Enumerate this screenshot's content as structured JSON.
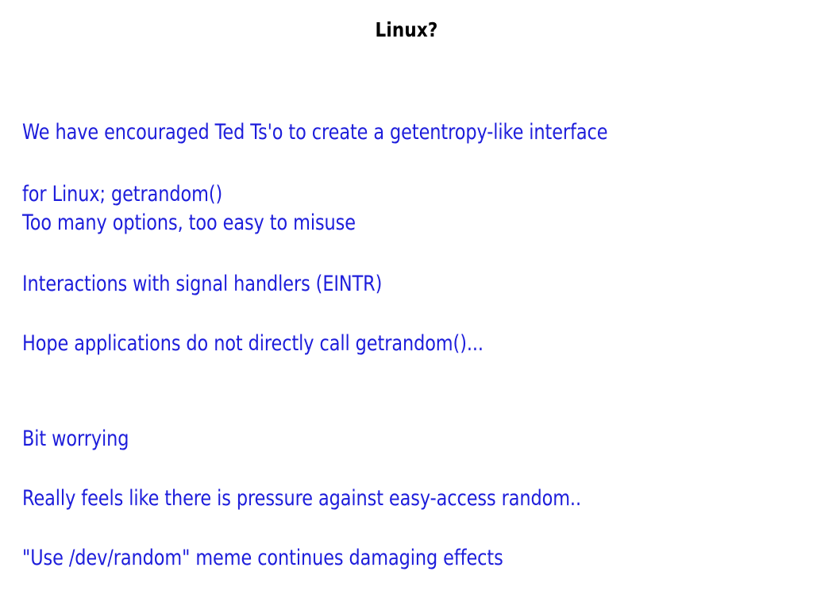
{
  "slide": {
    "title": "Linux?",
    "title_color": "#000000",
    "body_color": "#1d1ddb",
    "background_color": "#ffffff",
    "blocks": [
      {
        "id": "block-0",
        "lines": [
          "We have encouraged Ted Ts'o to create a getentropy-like interface",
          "for Linux; getrandom()"
        ]
      },
      {
        "id": "block-1",
        "lines": [
          "Too many options, too easy to misuse"
        ]
      },
      {
        "id": "block-2",
        "lines": [
          "Interactions with signal handlers (EINTR)"
        ]
      },
      {
        "id": "block-3",
        "lines": [
          "Hope applications do not directly call getrandom()..."
        ]
      },
      {
        "id": "block-4",
        "lines": [
          "Bit worrying"
        ]
      },
      {
        "id": "block-5",
        "lines": [
          "Really feels like there is pressure against easy-access random.."
        ]
      },
      {
        "id": "block-6",
        "lines": [
          "\"Use /dev/random\" meme continues damaging effects"
        ]
      }
    ]
  }
}
